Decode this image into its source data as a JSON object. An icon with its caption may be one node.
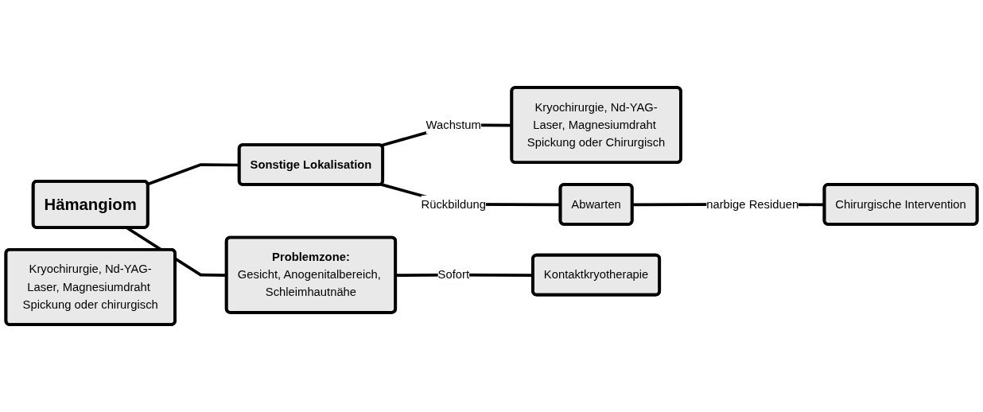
{
  "diagram": {
    "nodes": [
      {
        "text": [
          "Hämangiom"
        ]
      },
      {
        "text": [
          "Sonstige Lokalisation"
        ]
      },
      {
        "text": [
          "Problemzone:",
          "Gesicht, Anogenitalbereich, Schleimhautnähe"
        ]
      },
      {
        "text": [
          "Kryochirurgie, Nd-YAG-Laser, Magnesiumdraht Spickung oder Chirurgisch"
        ]
      },
      {
        "text": [
          "Kryochirurgie, Nd-YAG-Laser, Magnesiumdraht Spickung oder chirurgisch"
        ]
      },
      {
        "text": [
          "Abwarten"
        ]
      },
      {
        "text": [
          "Chirurgische Intervention"
        ]
      },
      {
        "text": [
          "Kontaktkryotherapie"
        ]
      }
    ],
    "edges": [
      {
        "from": 0,
        "to": 1,
        "arrow": "none"
      },
      {
        "from": 0,
        "to": 2,
        "arrow": "none"
      },
      {
        "from": 1,
        "to": 3,
        "label": "Wachstum",
        "arrow": "none"
      },
      {
        "from": 1,
        "to": 5,
        "label": "Rückbildung",
        "arrow": "none"
      },
      {
        "from": 5,
        "to": 6,
        "label": "narbige Residuen",
        "arrow": "none"
      },
      {
        "from": 2,
        "to": 7,
        "label": "Sofort",
        "arrow": "none"
      }
    ]
  }
}
